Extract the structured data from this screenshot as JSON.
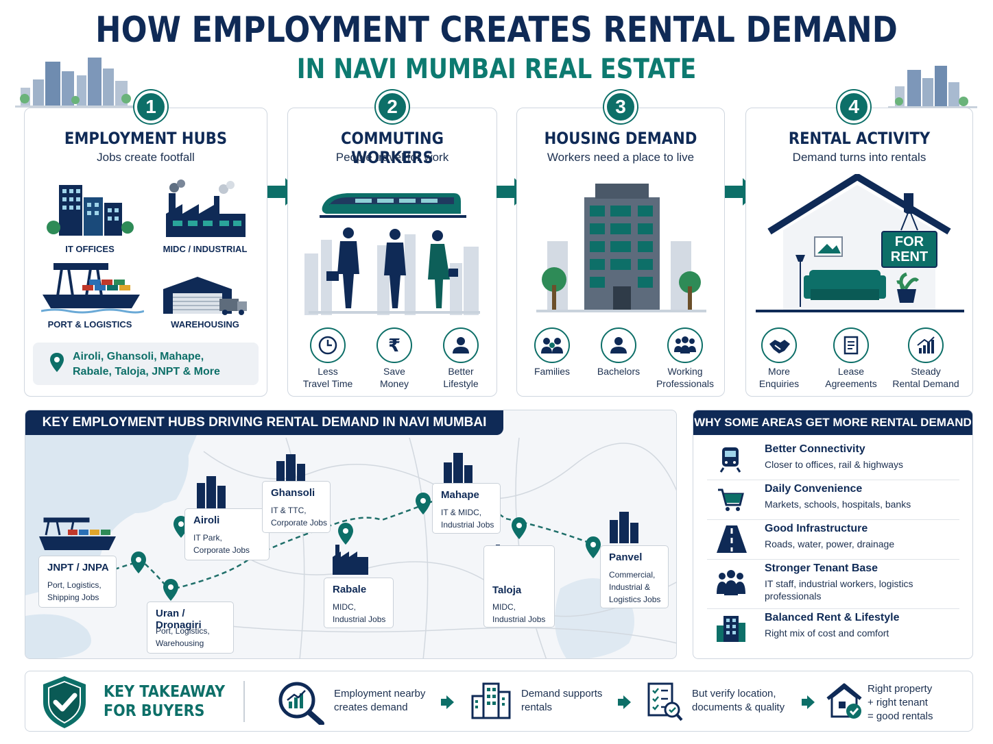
{
  "header": {
    "title": "HOW EMPLOYMENT CREATES RENTAL DEMAND",
    "subtitle": "IN NAVI MUMBAI REAL ESTATE"
  },
  "steps": [
    {
      "number": "1",
      "title": "EMPLOYMENT HUBS",
      "subtitle": "Jobs create footfall",
      "items": [
        "IT OFFICES",
        "MIDC / INDUSTRIAL",
        "PORT & LOGISTICS",
        "WAREHOUSING"
      ],
      "locations": [
        "Airoli, Ghansoli, Mahape,",
        "Rabale, Taloja, JNPT & More"
      ]
    },
    {
      "number": "2",
      "title": "COMMUTING WORKERS",
      "subtitle": "People travel for work",
      "benefits": [
        [
          "Less",
          "Travel Time"
        ],
        [
          "Save",
          "Money"
        ],
        [
          "Better",
          "Lifestyle"
        ]
      ]
    },
    {
      "number": "3",
      "title": "HOUSING DEMAND",
      "subtitle": "Workers need a place to live",
      "segments": [
        [
          "Families",
          ""
        ],
        [
          "Bachelors",
          ""
        ],
        [
          "Working",
          "Professionals"
        ]
      ]
    },
    {
      "number": "4",
      "title": "RENTAL ACTIVITY",
      "subtitle": "Demand turns into rentals",
      "sign": [
        "FOR",
        "RENT"
      ],
      "outcomes": [
        [
          "More",
          "Enquiries"
        ],
        [
          "Lease",
          "Agreements"
        ],
        [
          "Steady",
          "Rental Demand"
        ]
      ]
    }
  ],
  "map": {
    "title": "KEY EMPLOYMENT HUBS DRIVING RENTAL DEMAND IN NAVI MUMBAI",
    "hubs": [
      {
        "name": "JNPT / JNPA",
        "desc": [
          "Port, Logistics,",
          "Shipping Jobs"
        ]
      },
      {
        "name": "Airoli",
        "desc": [
          "IT Park,",
          "Corporate Jobs"
        ]
      },
      {
        "name": "Uran / Dronagiri",
        "desc": [
          "Port, Logistics,",
          "Warehousing"
        ]
      },
      {
        "name": "Ghansoli",
        "desc": [
          "IT & TTC,",
          "Corporate Jobs"
        ]
      },
      {
        "name": "Rabale",
        "desc": [
          "MIDC,",
          "Industrial Jobs"
        ]
      },
      {
        "name": "Mahape",
        "desc": [
          "IT & MIDC,",
          "Industrial Jobs"
        ]
      },
      {
        "name": "Taloja",
        "desc": [
          "MIDC,",
          "Industrial Jobs"
        ]
      },
      {
        "name": "Panvel",
        "desc": [
          "Commercial,",
          "Industrial &",
          "Logistics Jobs"
        ]
      }
    ]
  },
  "why": {
    "title": "WHY SOME AREAS GET MORE RENTAL DEMAND",
    "rows": [
      {
        "title": "Better Connectivity",
        "desc": "Closer to offices, rail & highways",
        "icon": "train-icon"
      },
      {
        "title": "Daily Convenience",
        "desc": "Markets, schools, hospitals, banks",
        "icon": "cart-icon"
      },
      {
        "title": "Good Infrastructure",
        "desc": "Roads, water, power, drainage",
        "icon": "road-icon"
      },
      {
        "title": "Stronger Tenant Base",
        "desc": "IT staff, industrial workers, logistics professionals",
        "icon": "people-icon"
      },
      {
        "title": "Balanced Rent & Lifestyle",
        "desc": "Right mix of cost and comfort",
        "icon": "building-icon"
      }
    ]
  },
  "takeaway": {
    "title": [
      "KEY TAKEAWAY",
      "FOR BUYERS"
    ],
    "steps": [
      [
        "Employment nearby",
        "creates demand"
      ],
      [
        "Demand supports",
        "rentals"
      ],
      [
        "But verify location,",
        "documents & quality"
      ],
      [
        "Right property",
        "+ right tenant",
        "= good rentals"
      ]
    ]
  },
  "colors": {
    "navy": "#0f2a56",
    "teal": "#0d6f68",
    "accent_teal": "#0d7a70"
  }
}
